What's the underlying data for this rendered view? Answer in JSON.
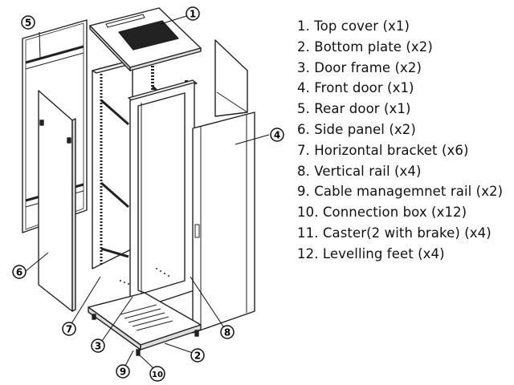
{
  "parts_list": [
    {
      "number": "1",
      "label": "1. Top cover (x1)"
    },
    {
      "number": "2",
      "label": "2. Bottom plate (x2)"
    },
    {
      "number": "3",
      "label": "3. Door frame (x2)"
    },
    {
      "number": "4",
      "label": "4. Front door (x1)"
    },
    {
      "number": "5",
      "label": "5. Rear door (x1)"
    },
    {
      "number": "6",
      "label": "6. Side panel (x2)"
    },
    {
      "number": "7",
      "label": "7. Horizontal bracket (x6)"
    },
    {
      "number": "8",
      "label": "8. Vertical rail (x4)"
    },
    {
      "number": "9",
      "label": "9. Cable managemnet rail (x2)"
    },
    {
      "number": "10",
      "label": "10. Connection box (x12)"
    },
    {
      "number": "11",
      "label": "11. Caster(2 with brake) (x4)"
    },
    {
      "number": "12",
      "label": "12. Levelling feet (x4)"
    }
  ],
  "callouts": [
    "1",
    "2",
    "3",
    "4",
    "5",
    "6",
    "7",
    "8",
    "9",
    "10"
  ]
}
